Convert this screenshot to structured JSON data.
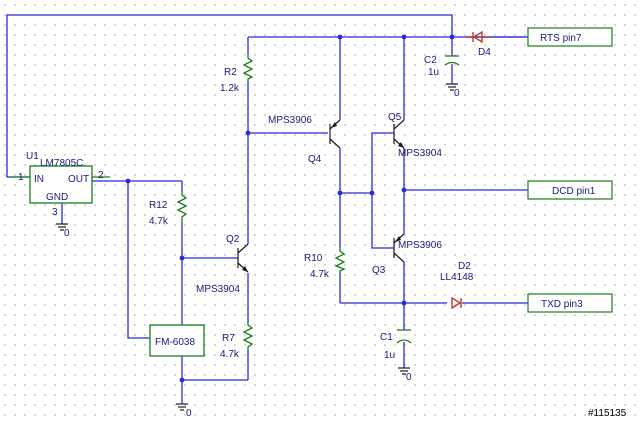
{
  "components": {
    "u1": {
      "ref": "U1",
      "part": "LM7805C",
      "pin_in": "IN",
      "pin_out": "OUT",
      "pin_gnd": "GND",
      "pin1": "1",
      "pin2": "2",
      "pin3": "3"
    },
    "r2": {
      "ref": "R2",
      "value": "1.2k"
    },
    "r12": {
      "ref": "R12",
      "value": "4.7k"
    },
    "r7": {
      "ref": "R7",
      "value": "4.7k"
    },
    "r10": {
      "ref": "R10",
      "value": "4.7k"
    },
    "q2": {
      "ref": "Q2",
      "part": "MPS3904"
    },
    "q4": {
      "ref": "Q4",
      "part": "MPS3906"
    },
    "q5": {
      "ref": "Q5",
      "part": "MPS3904"
    },
    "q3": {
      "ref": "Q3",
      "part": "MPS3906"
    },
    "c2": {
      "ref": "C2",
      "value": "1u"
    },
    "c1": {
      "ref": "C1",
      "value": "1u"
    },
    "d4": {
      "ref": "D4"
    },
    "d2": {
      "ref": "D2",
      "part": "LL4148"
    },
    "fm": {
      "part": "FM-6038"
    }
  },
  "ports": {
    "rts": "RTS pin7",
    "dcd": "DCD pin1",
    "txd": "TXD pin3"
  },
  "ground_label": "0",
  "watermark": "#115135",
  "colors": {
    "wire": "#2b2bd6",
    "component": "#1d7d1d",
    "diode": "#c0392b",
    "text": "#1a1a7a"
  }
}
